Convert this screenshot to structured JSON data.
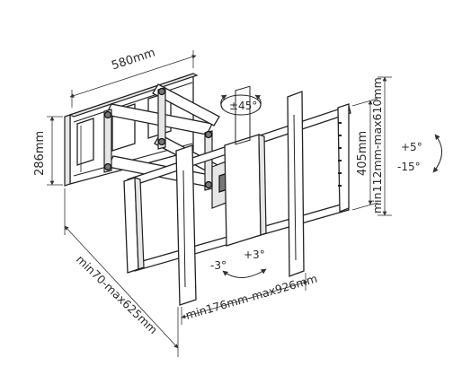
{
  "diagram": {
    "labels": {
      "width_top": "580mm",
      "height_left": "286mm",
      "depth": "min70-max625mm",
      "vesa_horizontal": "min176mm-max926mm",
      "vesa_vertical_height": "405mm",
      "vertical_range": "min112mm-max610mm",
      "swivel": "±45°",
      "level_minus": "-3°",
      "level_plus": "+3°",
      "tilt_plus": "+5°",
      "tilt_minus": "-15°"
    },
    "colors": {
      "line": "#222222",
      "metal_shade": "#e6e6e6",
      "joint": "#777777"
    }
  }
}
